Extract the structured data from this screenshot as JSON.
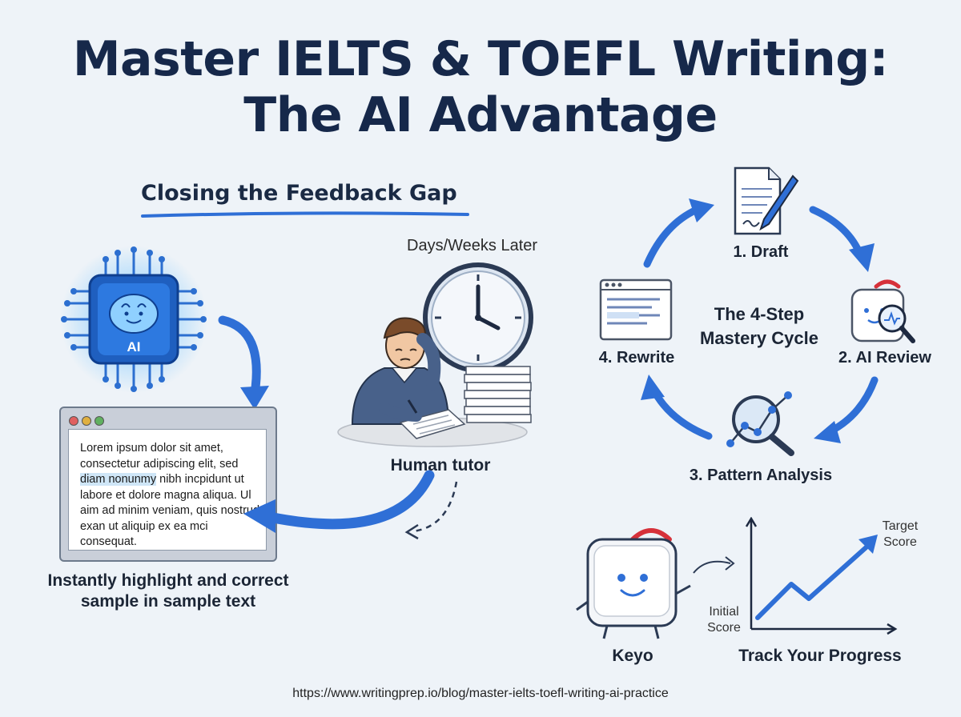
{
  "title": {
    "line1": "Master IELTS & TOEFL Writing:",
    "line2": "The AI Advantage"
  },
  "feedback": {
    "heading": "Closing the Feedback Gap",
    "days_later": "Days/Weeks Later",
    "human_tutor": "Human tutor",
    "ai_chip_label": "AI",
    "sample_text": {
      "before": "Lorem ipsum dolor sit amet, consectetur adipiscing elit, sed ",
      "highlight": "diam nonunmy",
      "after": " nibh incpidunt ut labore et dolore magna aliqua. Ul aim ad minim veniam, quis nostrud exan ut aliquip ex ea mci consequat."
    },
    "caption_line1": "Instantly highlight and correct",
    "caption_line2": "sample in sample text"
  },
  "cycle": {
    "center_line1": "The 4-Step",
    "center_line2": "Mastery Cycle",
    "steps": [
      {
        "label": "1. Draft",
        "icon": "document-pen-icon"
      },
      {
        "label": "2. AI Review",
        "icon": "magnifier-review-icon"
      },
      {
        "label": "3. Pattern Analysis",
        "icon": "analysis-magnifier-icon"
      },
      {
        "label": "4. Rewrite",
        "icon": "browser-window-icon"
      }
    ]
  },
  "progress": {
    "mascot": "Keyo",
    "title": "Track Your Progress",
    "target_line1": "Target",
    "target_line2": "Score",
    "initial_line1": "Initial",
    "initial_line2": "Score"
  },
  "url": "https://www.writingprep.io/blog/master-ielts-toefl-writing-ai-practice",
  "colors": {
    "accent_blue": "#2f6fd6",
    "title_navy": "#16284a",
    "background": "#eef3f8",
    "mascot_red": "#d6313a"
  }
}
